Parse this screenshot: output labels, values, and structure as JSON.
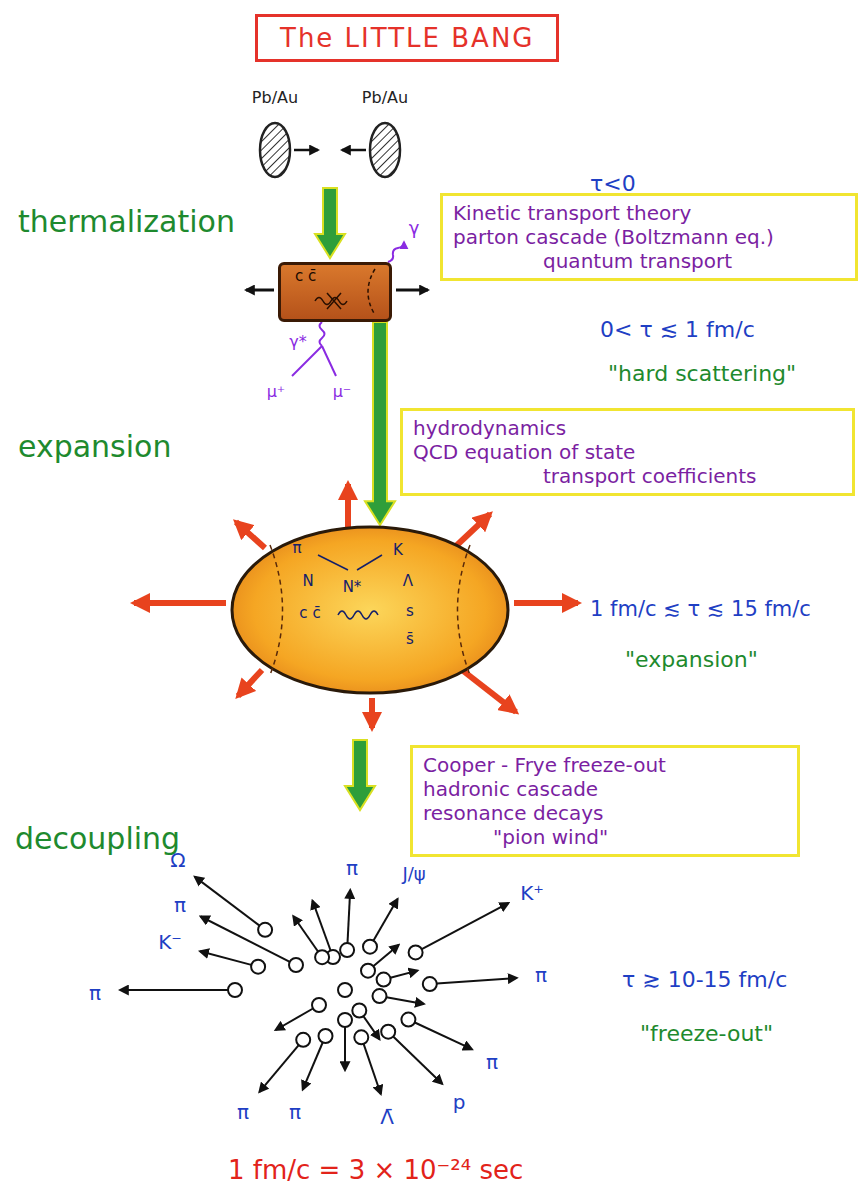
{
  "diagram": {
    "title": "The LITTLE BANG",
    "nodes": [
      {
        "text": [
          "Pb/Au"
        ]
      },
      {
        "text": [
          "Pb/Au"
        ]
      },
      {
        "text": [
          "Kinetic transport theory",
          "parton cascade (Boltzmann eq.)",
          "quantum transport"
        ]
      },
      {
        "text": [
          "c c̄"
        ]
      },
      {
        "text": [
          "hydrodynamics",
          "QCD equation of state",
          "transport coefficients"
        ]
      },
      {
        "text": [
          "π",
          "N",
          "N*",
          "K",
          "Λ",
          "c c̄",
          "s",
          "s̄"
        ]
      },
      {
        "text": [
          "Cooper - Frye freeze-out",
          "hadronic cascade",
          "resonance decays",
          "\"pion wind\""
        ]
      }
    ],
    "edges": [
      {
        "from": 3,
        "to": 5,
        "arrow": "to"
      }
    ],
    "labels": [
      "τ<0",
      "thermalization",
      "0< τ ≲ 1 fm/c",
      "γ",
      "γ*",
      "μ⁺",
      "μ⁻",
      "\"hard scattering\"",
      "expansion",
      "1 fm/c ≲ τ ≲ 15 fm/c",
      "\"expansion\"",
      "decoupling",
      "π",
      "J/ψ",
      "K⁺",
      "Ω",
      "π",
      "K⁻",
      "π",
      "π",
      "τ ≳ 10-15 fm/c",
      "\"freeze-out\"",
      "π",
      "p",
      "Λ̄",
      "π",
      "π",
      "1 fm/c = 3 × 10⁻²⁴ sec"
    ]
  }
}
